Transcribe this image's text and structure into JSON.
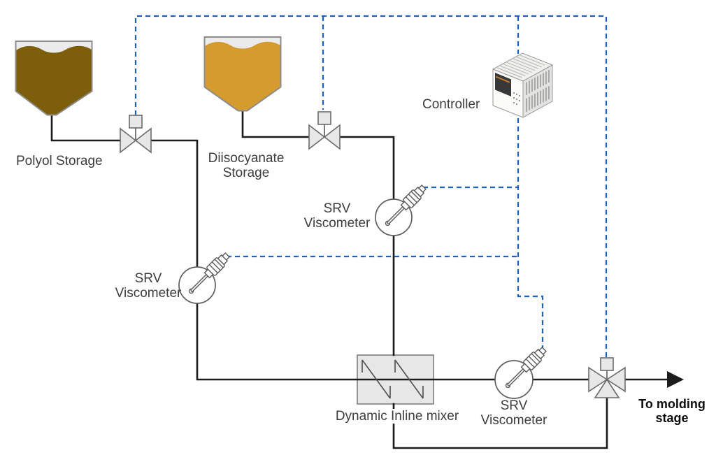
{
  "labels": {
    "polyol_storage": "Polyol Storage",
    "diisocyanate_storage": "Diisocyanate\nStorage",
    "controller": "Controller",
    "srv_viscometer_left": "SRV\nViscometer",
    "srv_viscometer_mid": "SRV\nViscometer",
    "srv_viscometer_right": "SRV\nViscometer",
    "dynamic_inline_mixer": "Dynamic Inline mixer",
    "to_molding_stage": "To molding\nstage"
  },
  "colors": {
    "polyol_liquid": "#7d5e0b",
    "diisocyanate_liquid": "#d69b2f",
    "signal_line_blue": "#1c60c2",
    "process_line_black": "#1c1c1c",
    "equipment_fill_gray": "#e7e7e7"
  }
}
